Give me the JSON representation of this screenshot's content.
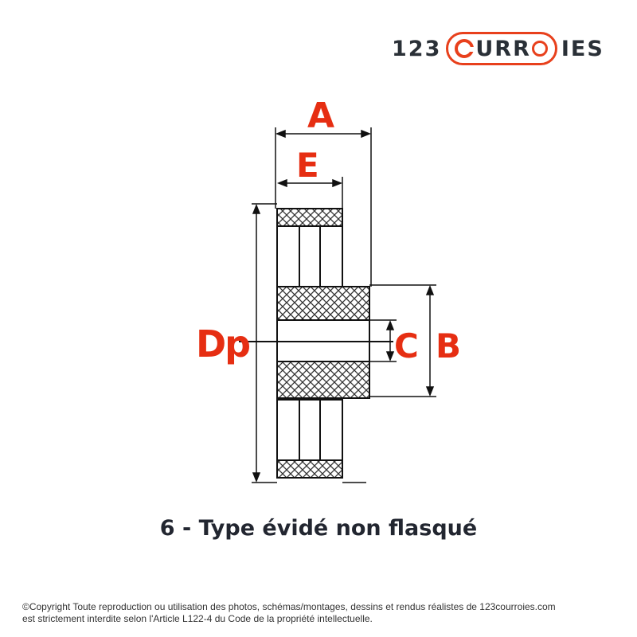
{
  "logo": {
    "prefix": "123",
    "pill_text_1": "URR",
    "pill_text_2": "",
    "suffix": "IES",
    "accent_color": "#e8401c",
    "text_color": "#2a3037"
  },
  "labels": {
    "A": "A",
    "E": "E",
    "Dp": "Dp",
    "C": "C",
    "B": "B",
    "label_color": "#e62e12"
  },
  "caption": "6 - Type évidé non flasqué",
  "copyright": {
    "line1": "©Copyright Toute reproduction ou utilisation des photos, schémas/montages, dessins et rendus réalistes de 123courroies.com",
    "line2": "est strictement interdite selon l'Article L122-4 du Code de la propriété intellectuelle."
  }
}
